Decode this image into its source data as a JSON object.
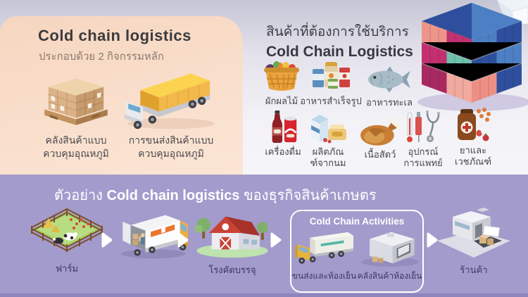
{
  "left_panel": {
    "title": "Cold chain logistics",
    "subtitle": "ประกอบด้วย 2 กิจกรรมหลัก",
    "items": [
      {
        "icon": "pallet-boxes-icon",
        "label": "คลังสินค้าแบบ\nควบคุมอุณหภูมิ"
      },
      {
        "icon": "temperature-controlled-truck-icon",
        "label": "การขนส่งสินค้าแบบ\nควบคุมอุณหภูมิ"
      }
    ]
  },
  "right_panel": {
    "title_line1": "สินค้าที่ต้องการใช้บริการ",
    "title_line2": "Cold Chain Logistics",
    "decoration": "shipping-containers-stack-icon",
    "products_row1": [
      {
        "icon": "vegetable-basket-icon",
        "label": "ผักผลไม้"
      },
      {
        "icon": "canned-food-icon",
        "label": "อาหารสำเร็จรูป"
      },
      {
        "icon": "fish-icon",
        "label": "อาหารทะเล"
      }
    ],
    "products_row2": [
      {
        "icon": "drinks-icon",
        "label": "เครื่องดื่ม"
      },
      {
        "icon": "dairy-products-icon",
        "label": "ผลิตภัณ\nฑ์จากนม"
      },
      {
        "icon": "meat-icon",
        "label": "เนื้อสัตว์"
      },
      {
        "icon": "medical-equipment-icon",
        "label": "อุปกรณ์\nการแพทย์"
      },
      {
        "icon": "medicine-icon",
        "label": "ยาและ\nเวชภัณฑ์"
      }
    ]
  },
  "bottom_band": {
    "title_prefix": "ตัวอย่าง ",
    "title_bold": "Cold chain logistics",
    "title_suffix": " ของธุรกิจสินค้าเกษตร",
    "activities_box_title": "Cold Chain Activities",
    "steps": [
      {
        "icon": "farm-icon",
        "label": "ฟาร์ม"
      },
      {
        "icon": "loading-truck-icon",
        "label": ""
      },
      {
        "icon": "packing-house-icon",
        "label": "โรงคัดบรรจุ"
      },
      {
        "icon": "cold-transport-truck-icon",
        "label": "ขนส่งและห้องเย็น"
      },
      {
        "icon": "cold-storage-warehouse-icon",
        "label": "คลังสินค้าห้องเย็น"
      },
      {
        "icon": "retail-store-icon",
        "label": "ร้านค้า"
      }
    ]
  },
  "colors": {
    "pink_panel": "#f8dcc8",
    "band_purple": "#a39bcc",
    "band_footer": "#8d85bc",
    "heading_dark": "#3b3b3e",
    "subtitle_brown": "#8c7a6e",
    "step_label": "#3d3961",
    "white": "#ffffff"
  }
}
